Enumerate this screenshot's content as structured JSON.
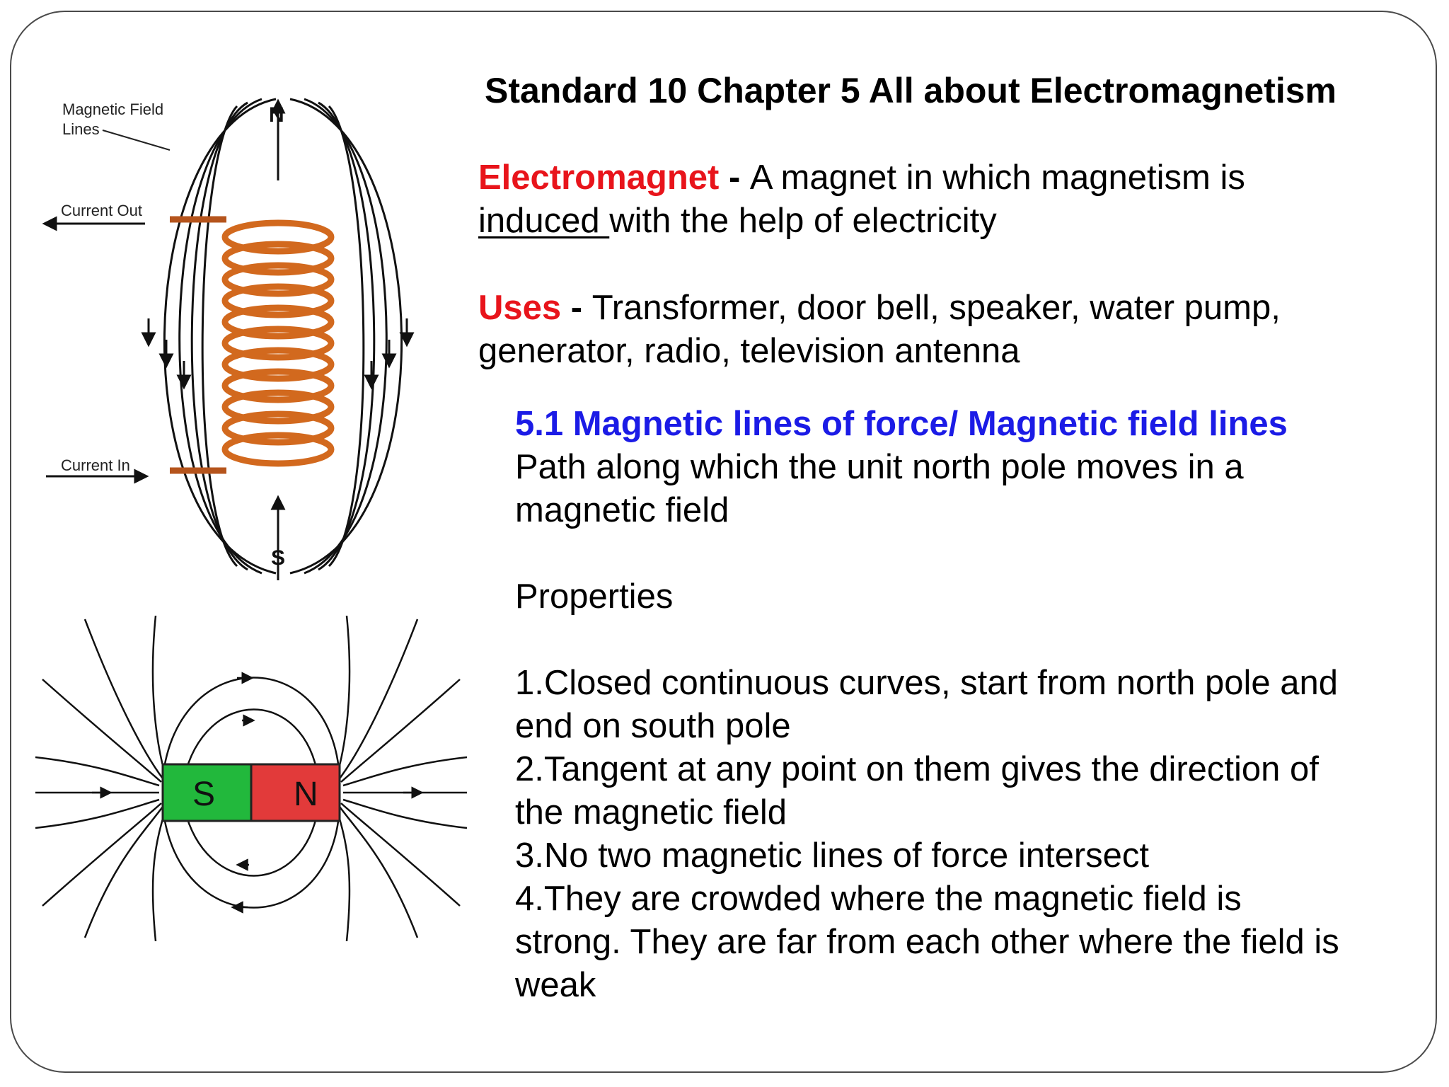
{
  "slide": {
    "title": "Standard 10 Chapter 5 All about Electromagnetism",
    "electromagnet": {
      "term": "Electromagnet",
      "dash": " - ",
      "text_before": " A magnet in which magnetism is",
      "underlined": "induced ",
      "text_after": "with the help of electricity"
    },
    "uses": {
      "term": "Uses",
      "dash": " - ",
      "line1": "Transformer, door bell, speaker, water pump,",
      "line2": "generator, radio, television antenna"
    },
    "section": {
      "heading": "5.1 Magnetic lines of force/ Magnetic field lines",
      "line1": "Path along which the unit north pole moves in a",
      "line2": "magnetic field",
      "properties_label": "Properties",
      "properties": [
        "1.Closed continuous curves, start from north pole and",
        "end on south pole",
        "2.Tangent at any point on them gives the direction of",
        "the magnetic field",
        "3.No two magnetic lines of force intersect",
        "4.They are crowded where the magnetic field is",
        "strong. They are far from each other where the field is",
        "weak"
      ]
    }
  },
  "solenoid_diagram": {
    "label_field_lines_1": "Magnetic Field",
    "label_field_lines_2": "Lines",
    "label_current_out": "Current Out",
    "label_current_in": "Current In",
    "pole_top": "N",
    "pole_bottom": "S"
  },
  "bar_magnet_diagram": {
    "pole_left": "S",
    "pole_right": "N",
    "colors": {
      "south": "#22b83c",
      "north": "#e23a3a"
    }
  },
  "colors": {
    "term_red": "#e8141b",
    "heading_blue": "#1b1be6",
    "coil": "#d2691e"
  }
}
